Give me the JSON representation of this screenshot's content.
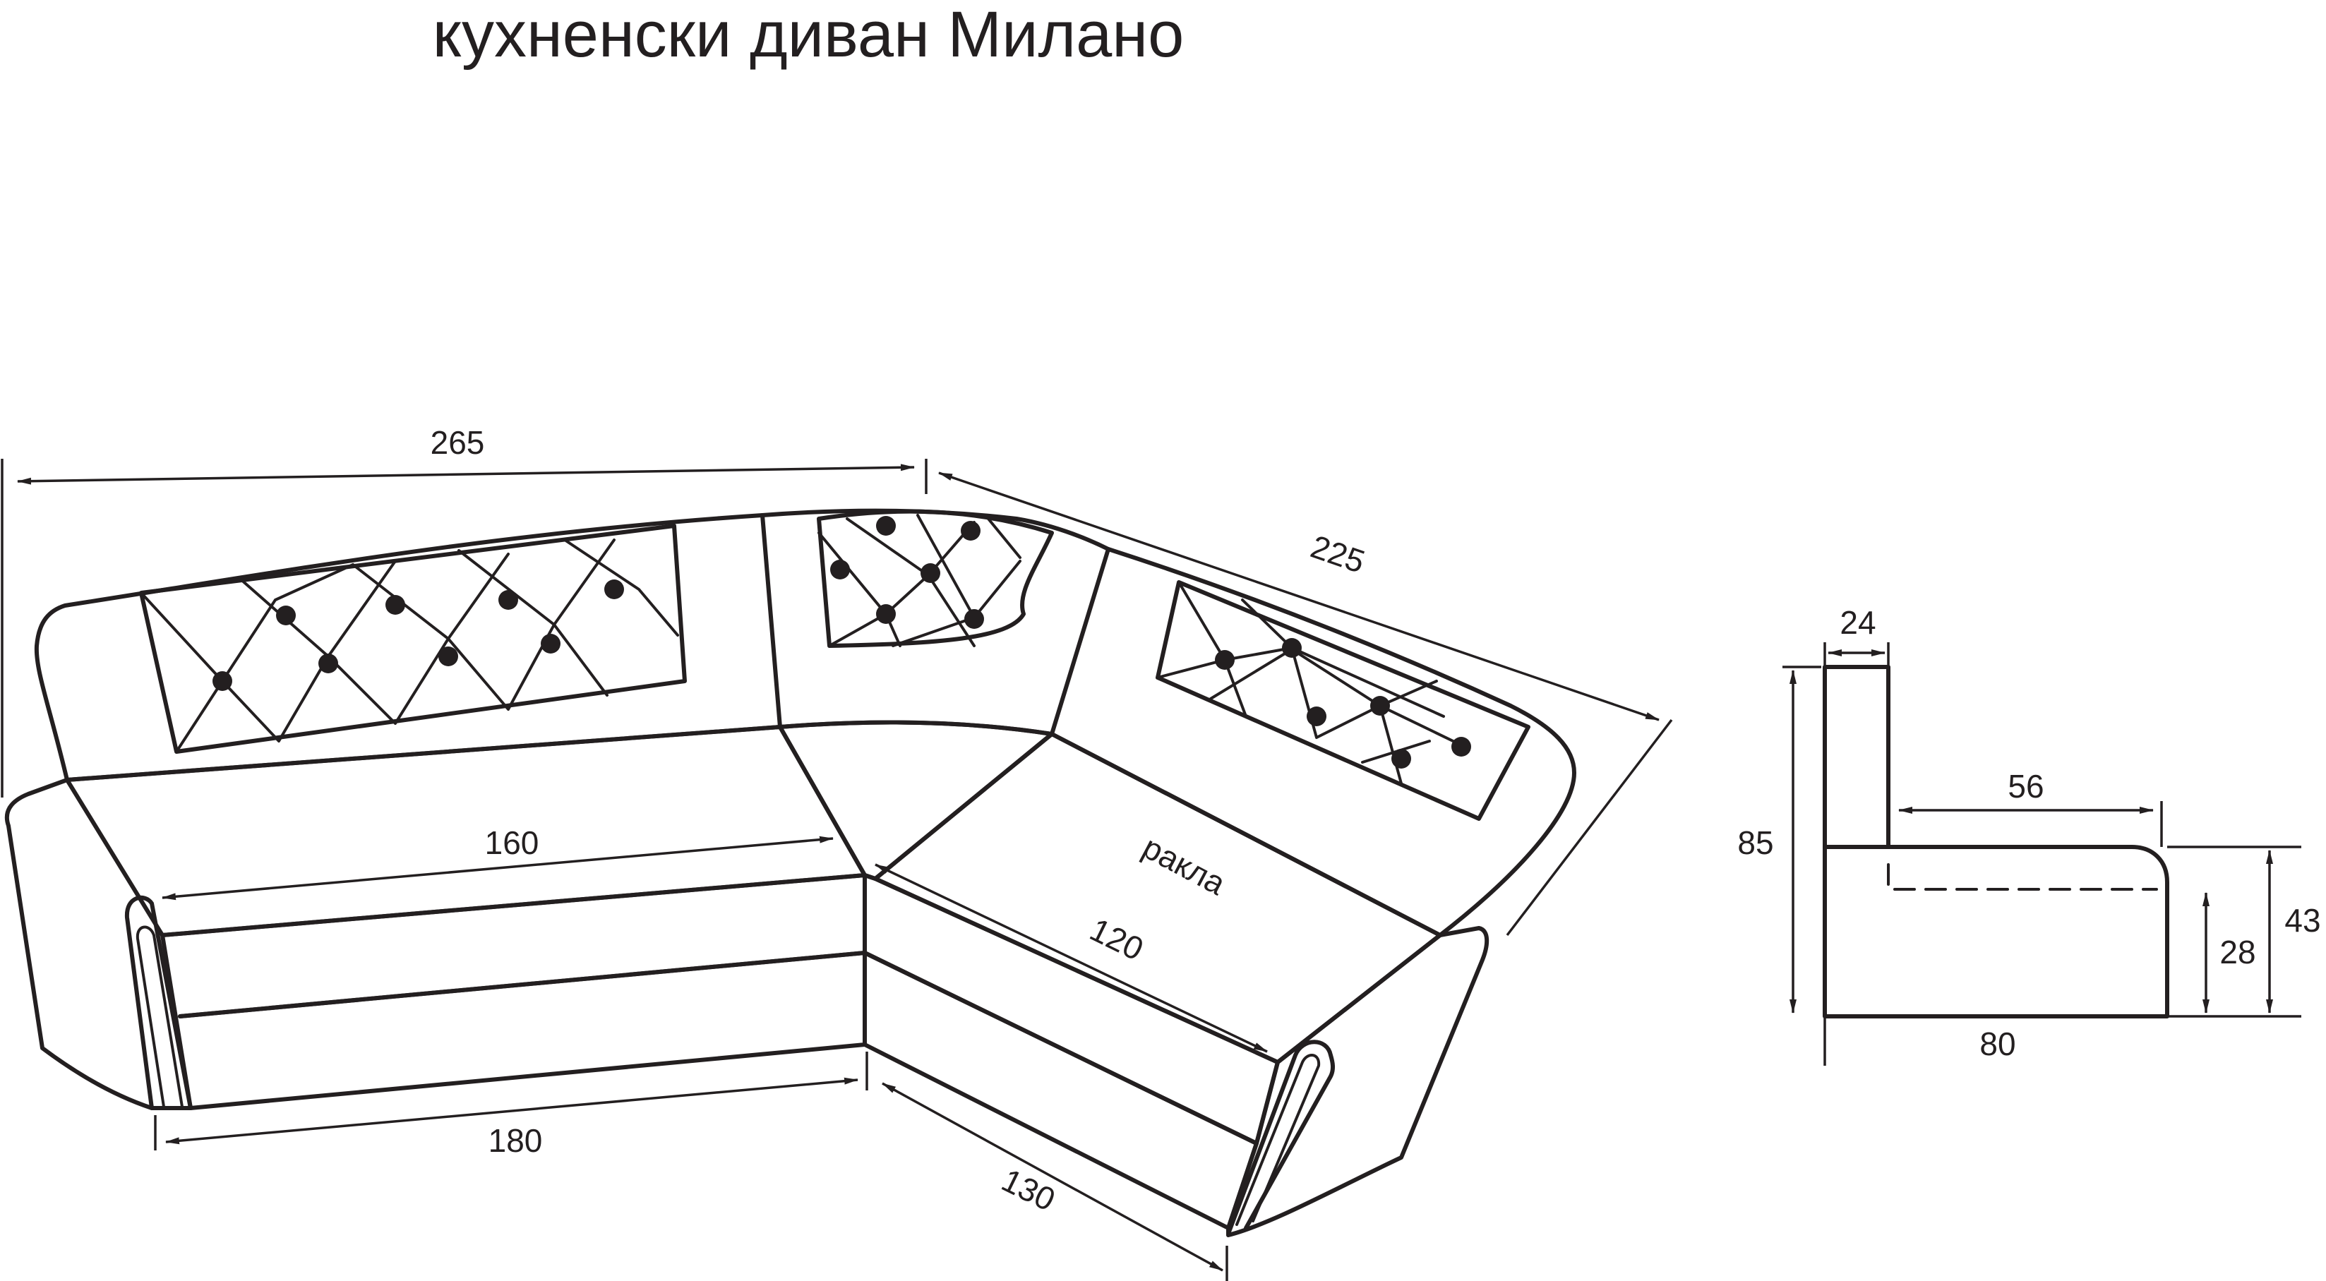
{
  "title": "кухненски диван Милано",
  "storage_label": "ракла",
  "dimensions": {
    "back_left_length": "265",
    "back_right_length": "225",
    "seat_left_length": "160",
    "base_left_length": "180",
    "seat_right_length": "120",
    "base_right_length": "130"
  },
  "side_profile": {
    "back_thickness": "24",
    "total_height": "85",
    "seat_depth": "56",
    "seat_height": "43",
    "box_height": "28",
    "total_depth": "80"
  },
  "colors": {
    "line": "#231f20",
    "background": "#ffffff"
  }
}
